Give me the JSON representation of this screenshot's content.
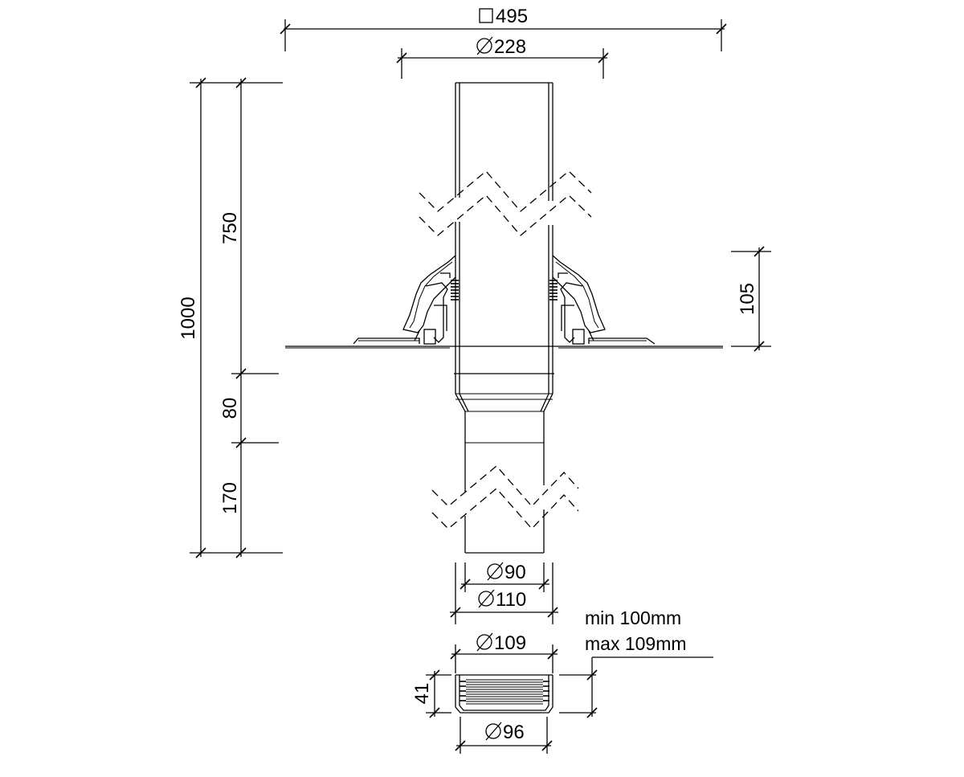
{
  "drawing": {
    "dims": {
      "outer_square": "495",
      "flange_diameter": "228",
      "total_height": "1000",
      "upper_pipe": "750",
      "reducer": "80",
      "lower_pipe": "170",
      "flashing_height": "105",
      "inner_diameter": "90",
      "outer_diameter": "110",
      "coupler_top_diameter": "109",
      "coupler_height": "41",
      "coupler_bottom_diameter": "96"
    },
    "note": {
      "line1": "min 100mm",
      "line2": "max 109mm"
    }
  }
}
